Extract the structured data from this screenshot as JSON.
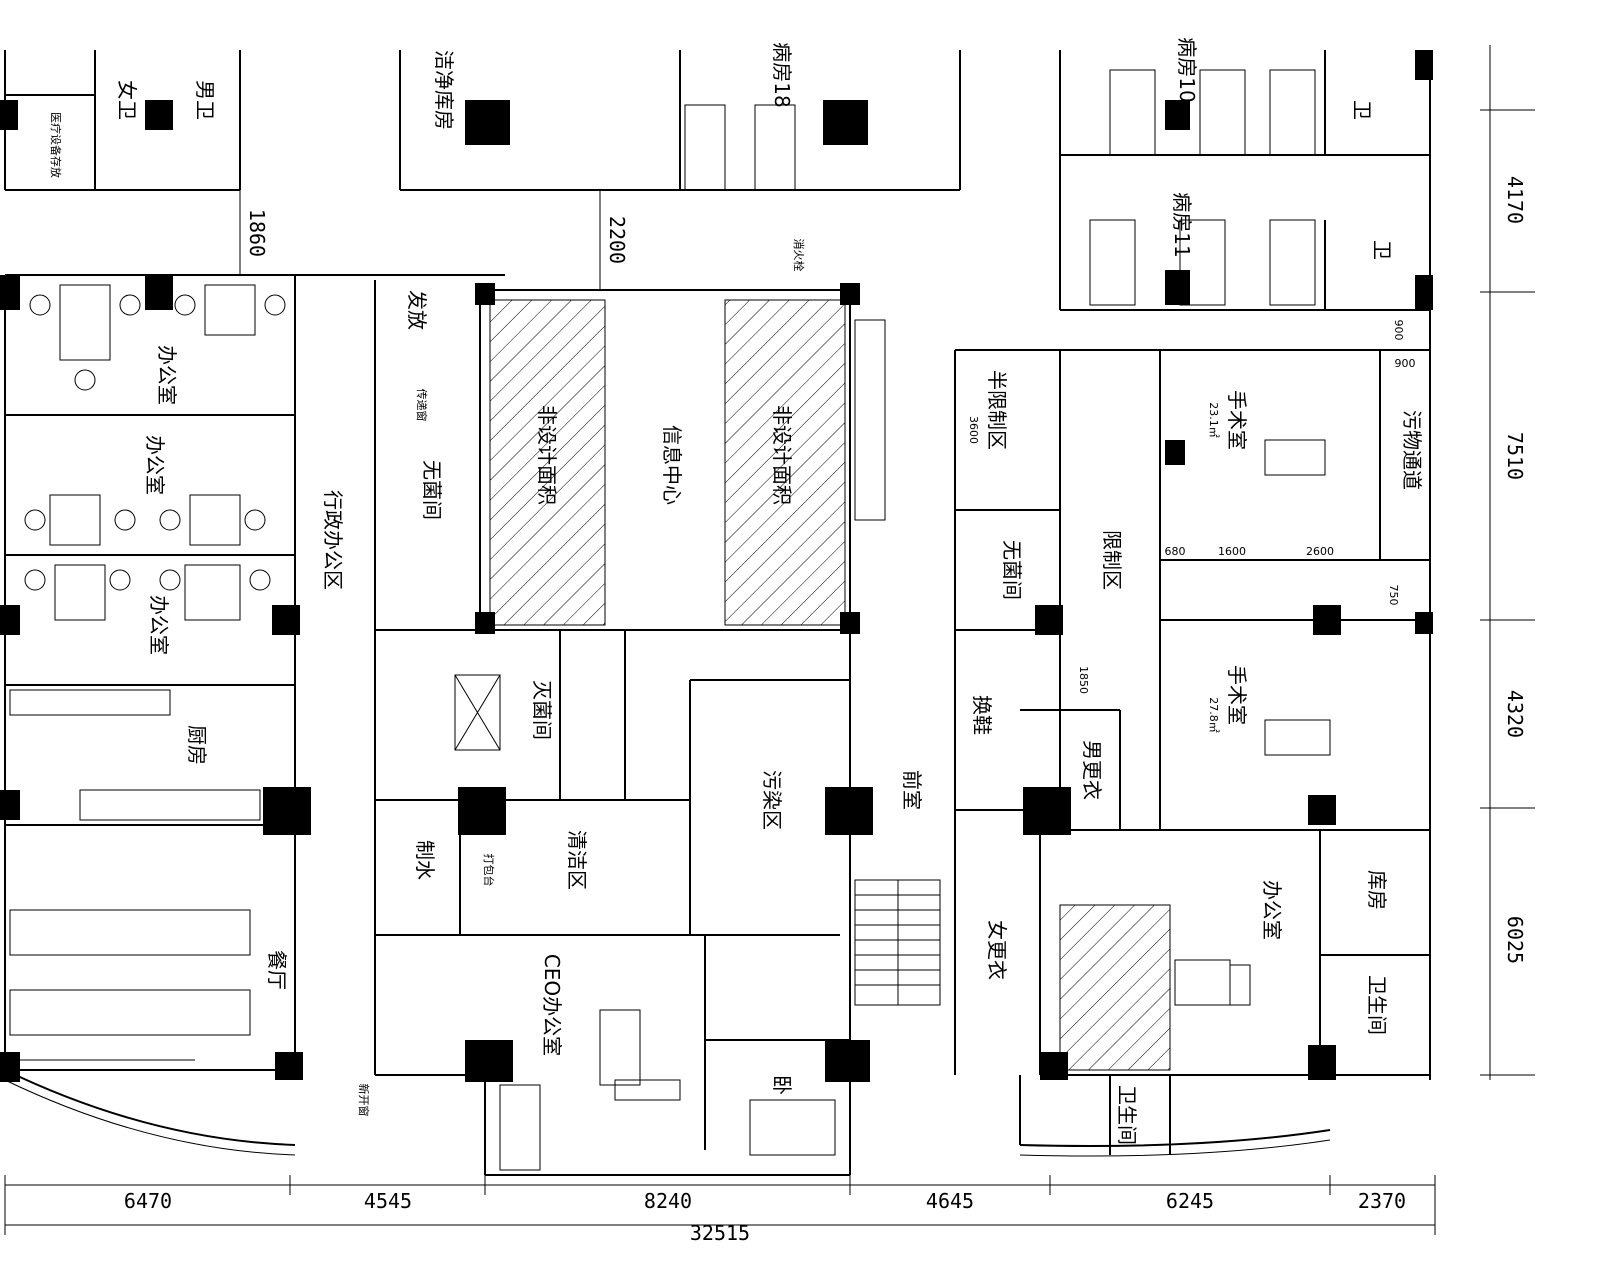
{
  "rooms": {
    "admin_office_area": "行政办公区",
    "office_1": "办公室",
    "office_2": "办公室",
    "office_3": "办公室",
    "kitchen": "厨房",
    "dining": "餐厅",
    "sterile_1": "无菌间",
    "issue": "发放",
    "info_center": "信息中心",
    "non_design_1": "非设计面积",
    "non_design_2": "非设计面积",
    "sterilize": "灭菌间",
    "water": "制水",
    "clean_area": "清洁区",
    "pack": "打包台",
    "contam_area": "污染区",
    "ceo_office": "CEO办公室",
    "bedroom": "卧",
    "front": "前室",
    "female_change": "女更衣",
    "male_change": "男更衣",
    "semi_restricted": "半限制区",
    "restricted": "限制区",
    "sterile_2": "无菌间",
    "corridor": "换鞋",
    "op_room_1": "手术室",
    "op_room_1_area": "23.1㎡",
    "op_room_2": "手术室",
    "op_room_2_area": "27.8㎡",
    "dirty_passage": "污物通道",
    "office_right": "办公室",
    "warehouse": "库房",
    "bath_1": "卫生间",
    "bath_2": "卫生间",
    "ward_10": "病房10",
    "ward_11": "病房11",
    "ward_18": "病房18",
    "clean_store": "洁净库房",
    "male_wc": "男卫",
    "female_wc": "女卫",
    "med_store": "医疗设备存放",
    "wc_1": "卫",
    "wc_2": "卫",
    "pass_window": "传递窗",
    "new_window": "新开窗",
    "hydrant": "消火栓"
  },
  "dimensions": {
    "bottom": [
      "6470",
      "4545",
      "8240",
      "4645",
      "6245",
      "2370"
    ],
    "total": "32515",
    "right": [
      "4170",
      "7510",
      "4320",
      "6025"
    ],
    "corridor_1": "1860",
    "corridor_2": "2200",
    "inner": [
      "680",
      "1600",
      "2600",
      "750",
      "900",
      "900",
      "1850",
      "3600"
    ]
  }
}
